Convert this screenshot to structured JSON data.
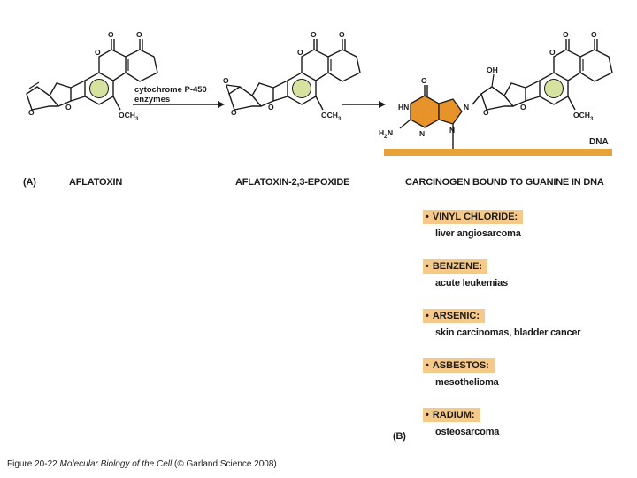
{
  "panel_a": {
    "label": "(A)",
    "aflatoxin": "AFLATOXIN",
    "epoxide": "AFLATOXIN-2,3-EPOXIDE",
    "carcinogen": "CARCINOGEN BOUND TO GUANINE IN DNA",
    "enzyme_line1": "cytochrome P-450",
    "enzyme_line2": "enzymes",
    "dna": "DNA",
    "atoms": {
      "o": "O",
      "hn": "HN",
      "n": "N",
      "oh": "OH",
      "och": "OCH",
      "three": "3",
      "h": "H",
      "two": "2"
    }
  },
  "panel_b": {
    "label": "(B)",
    "bullet": "•",
    "items": [
      {
        "name": "VINYL CHLORIDE:",
        "disease": "liver angiosarcoma"
      },
      {
        "name": "BENZENE:",
        "disease": "acute leukemias"
      },
      {
        "name": "ARSENIC:",
        "disease": "skin carcinomas, bladder cancer"
      },
      {
        "name": "ASBESTOS:",
        "disease": "mesothelioma"
      },
      {
        "name": "RADIUM:",
        "disease": "osteosarcoma"
      }
    ]
  },
  "caption": {
    "prefix": "Figure 20-22",
    "book": "Molecular Biology of the Cell",
    "suffix": "(© Garland Science 2008)"
  },
  "colors": {
    "dna_bar": "#e8a23a",
    "guanine": "#e8922a",
    "aromatic": "#d6e2a0",
    "highlight": "#f4c98a"
  }
}
